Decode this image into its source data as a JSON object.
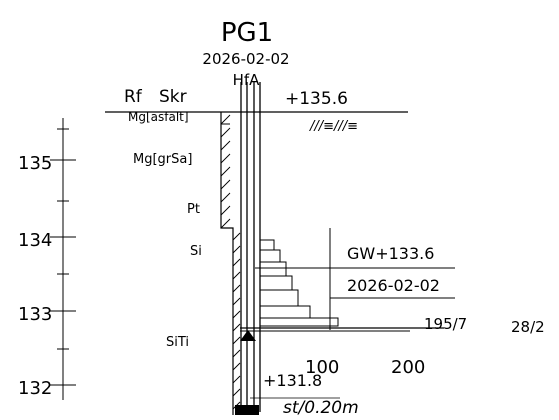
{
  "header": {
    "title": "PG1",
    "date": "2026-02-02",
    "method": "HfA"
  },
  "columns": {
    "left_label": "Rf",
    "right_label": "Skr"
  },
  "surface": {
    "elevation_label": "+135.6",
    "symbol": "///≡///≡"
  },
  "depth_scale": {
    "ticks": [
      "135",
      "134",
      "133",
      "132"
    ]
  },
  "soil_layers": [
    "Mg[asfalt]",
    "Mg[grSa]",
    "Pt",
    "Si",
    "SiTi"
  ],
  "groundwater": {
    "label": "GW+133.6",
    "date": "2026-02-02"
  },
  "resistance_axis": {
    "ticks": [
      "100",
      "200"
    ]
  },
  "annotations": {
    "marker": "195/7",
    "far_right": "28/2",
    "bottom_elevation": "+131.8",
    "stop": "st/0.20m"
  },
  "colors": {
    "ink": "#000000",
    "background": "#ffffff"
  }
}
